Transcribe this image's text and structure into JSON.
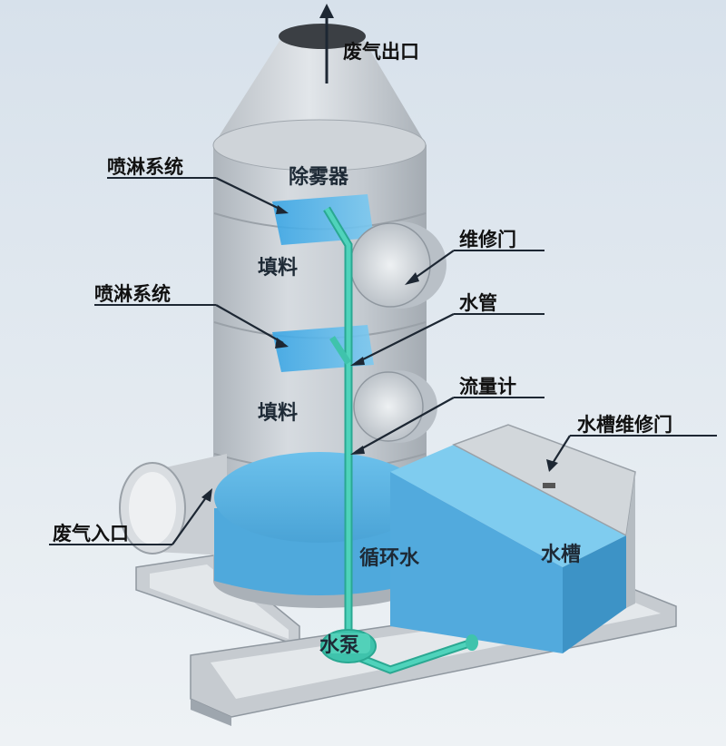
{
  "labels": {
    "exhaust_outlet": "废气出口",
    "demister": "除雾器",
    "spray_system_top": "喷淋系统",
    "packing_top": "填料",
    "maintenance_door": "维修门",
    "spray_system_bottom": "喷淋系统",
    "water_pipe": "水管",
    "packing_bottom": "填料",
    "flow_meter": "流量计",
    "tank_maintenance_door": "水槽维修门",
    "exhaust_inlet": "废气入口",
    "circulating_water": "循环水",
    "water_tank": "水槽",
    "water_pump": "水泵"
  },
  "colors": {
    "background": "#dfe6ee",
    "tower": "#c6ccd2",
    "water": "#5fb7e6",
    "pipe": "#3fc3ac",
    "frame": "#bcc2c8",
    "text": "#111111"
  }
}
